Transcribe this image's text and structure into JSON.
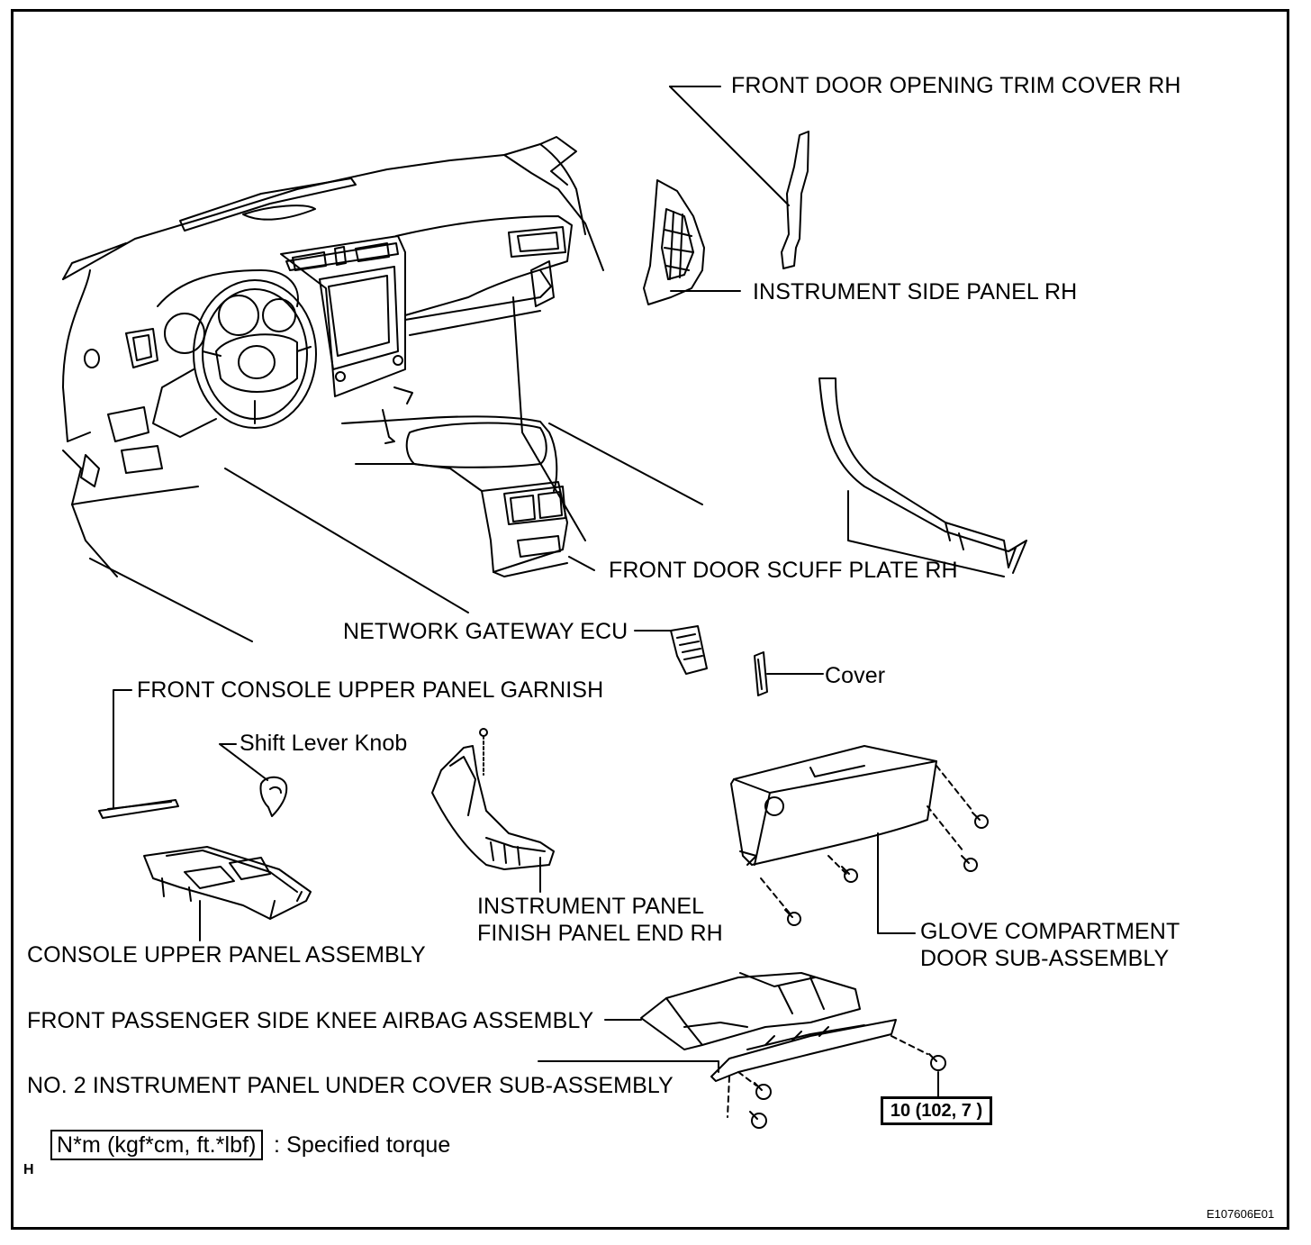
{
  "labels": {
    "front_door_opening_trim_cover_rh": "FRONT DOOR OPENING TRIM COVER RH",
    "instrument_side_panel_rh": "INSTRUMENT SIDE PANEL RH",
    "front_door_scuff_plate_rh": "FRONT DOOR SCUFF PLATE RH",
    "network_gateway_ecu": "NETWORK GATEWAY ECU",
    "cover": "Cover",
    "front_console_upper_panel_garnish": "FRONT CONSOLE UPPER PANEL GARNISH",
    "shift_lever_knob": "Shift Lever Knob",
    "instrument_panel_finish_panel_end_rh_line1": "INSTRUMENT PANEL",
    "instrument_panel_finish_panel_end_rh_line2": "FINISH PANEL END RH",
    "console_upper_panel_assembly": "CONSOLE UPPER PANEL ASSEMBLY",
    "glove_compartment_door_line1": "GLOVE COMPARTMENT",
    "glove_compartment_door_line2": "DOOR SUB-ASSEMBLY",
    "front_passenger_side_knee_airbag_assembly": "FRONT PASSENGER SIDE KNEE AIRBAG ASSEMBLY",
    "no2_instrument_panel_under_cover": "NO. 2 INSTRUMENT PANEL UNDER COVER SUB-ASSEMBLY"
  },
  "torque": {
    "value": "10 (102, 7 )"
  },
  "legend": {
    "unit_box": "N*m (kgf*cm, ft.*lbf)",
    "description": ": Specified torque"
  },
  "corner_mark": "H",
  "figure_id": "E107606E01"
}
